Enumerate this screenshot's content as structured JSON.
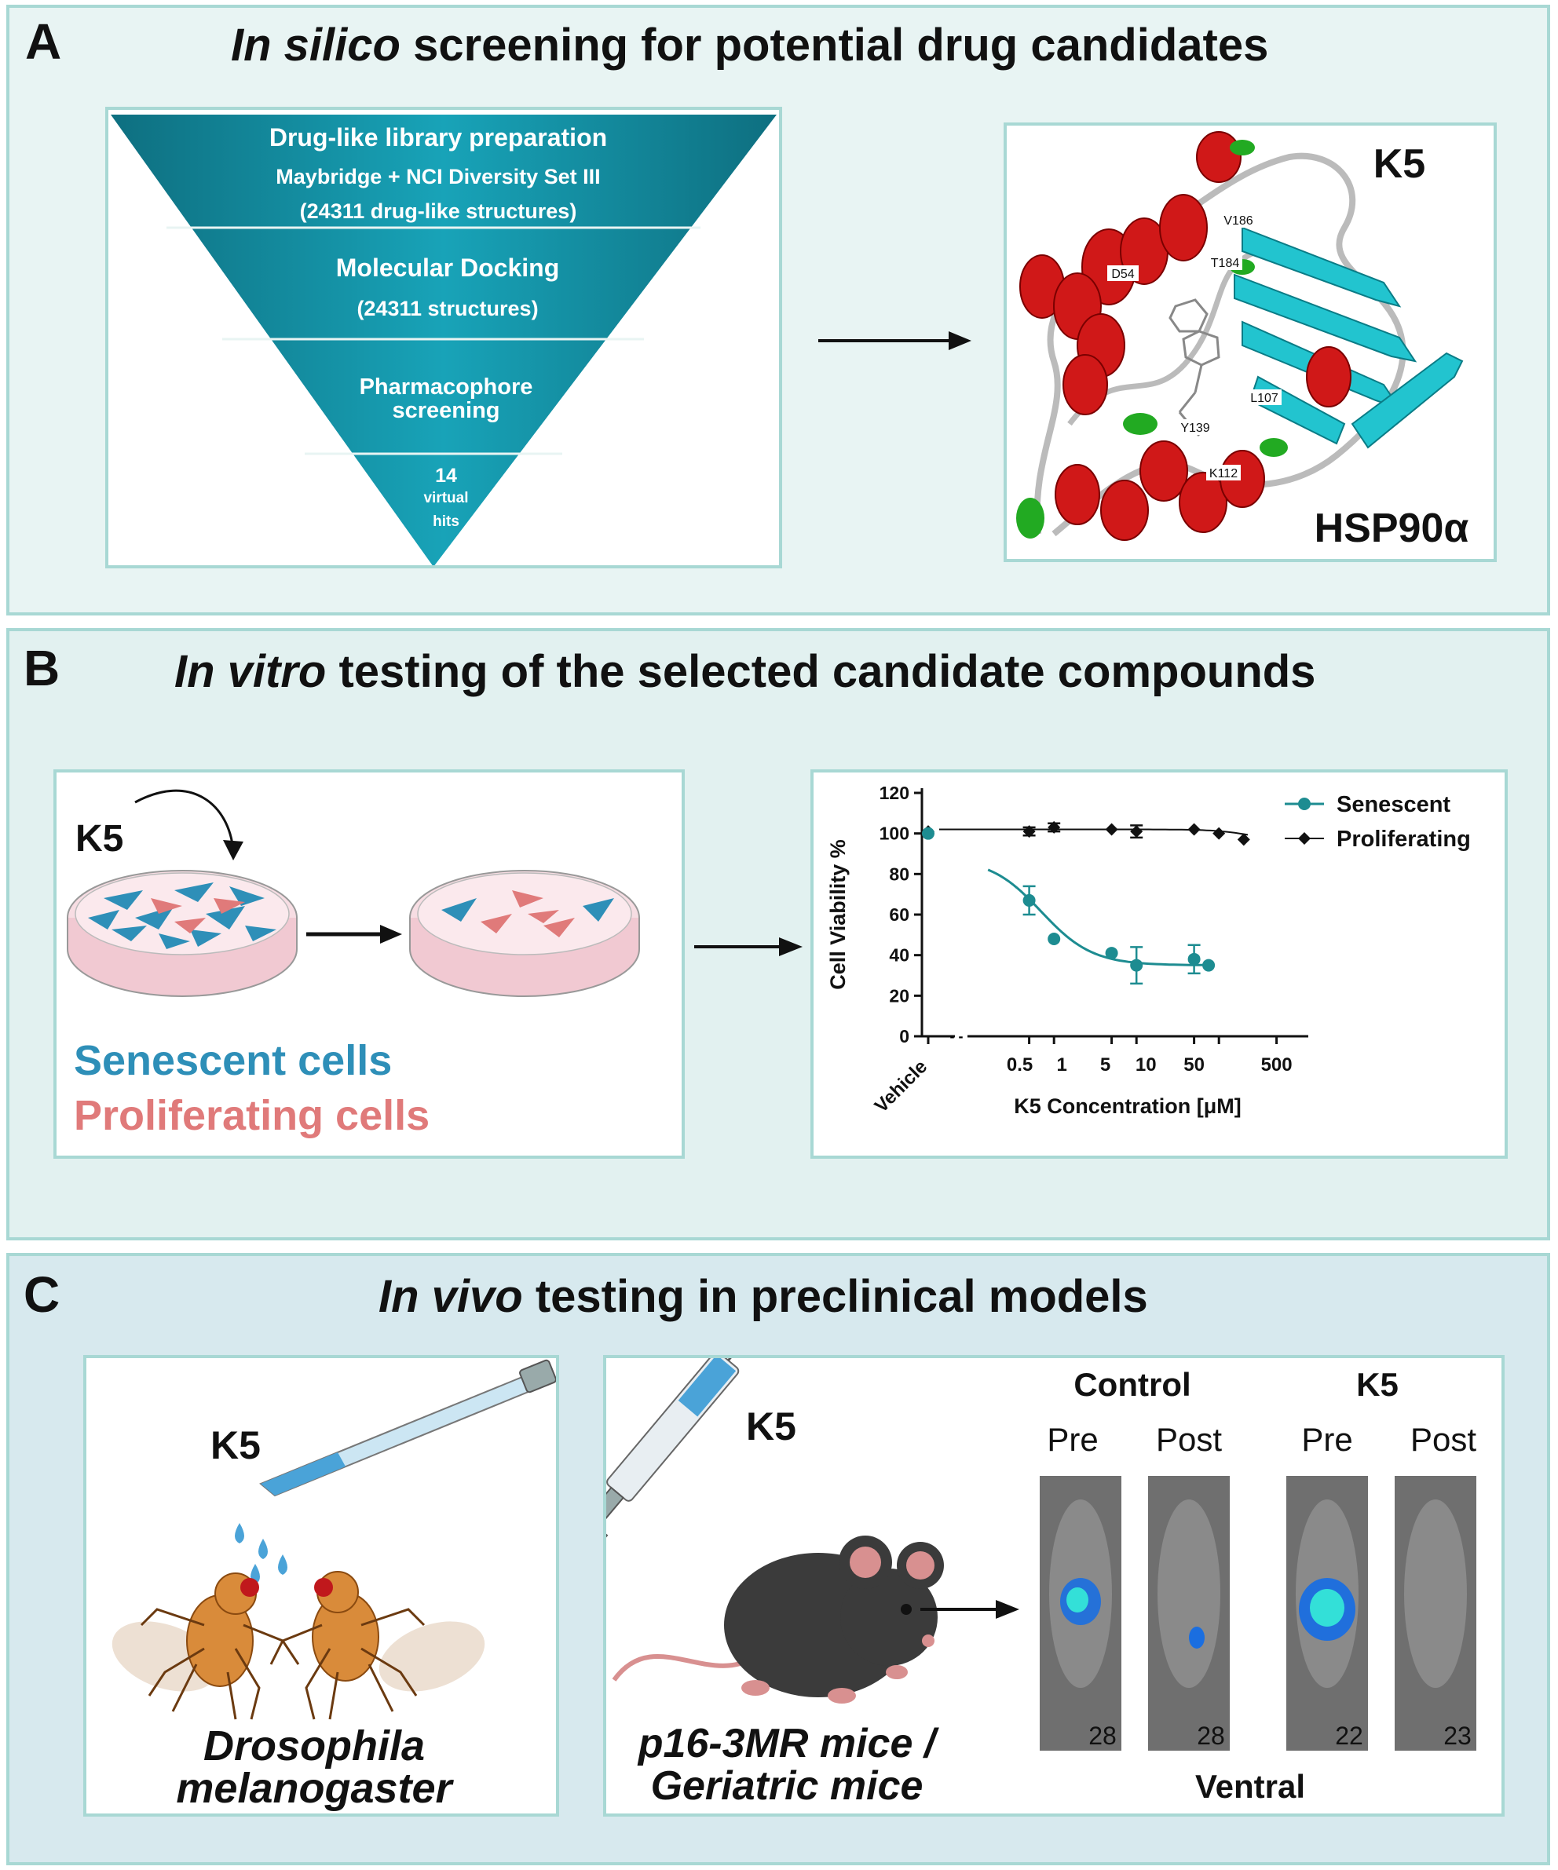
{
  "panel_a": {
    "label": "A",
    "title_italic": "In silico",
    "title_rest": " screening for potential drug candidates",
    "funnel": {
      "level1": [
        "Drug-like library preparation",
        "Maybridge + NCI Diversity Set III",
        "(24311 drug-like structures)"
      ],
      "level2": [
        "Molecular Docking",
        "(24311 structures)"
      ],
      "level3": [
        "Pharmacophore",
        "screening"
      ],
      "level4": [
        "14",
        "virtual",
        "hits"
      ]
    },
    "structure": {
      "compound": "K5",
      "protein": "HSP90α",
      "residues": [
        "V186",
        "D54",
        "T184",
        "L107",
        "Y139",
        "K112"
      ]
    }
  },
  "panel_b": {
    "label": "B",
    "title_italic": "In vitro",
    "title_rest": " testing of the selected candidate compounds",
    "compound": "K5",
    "legend_senescent": "Senescent cells",
    "legend_proliferating": "Proliferating cells",
    "colors": {
      "senescent": "#2e8fb8",
      "proliferating": "#e07a7a",
      "teal": "#1d8c91"
    }
  },
  "chart_data": {
    "type": "line",
    "xlabel": "K5 Concentration [μM]",
    "ylabel": "Cell Viability %",
    "x_scale": "log",
    "x_ticks": [
      "0.5",
      "1",
      "5",
      "10",
      "50",
      "500"
    ],
    "x_extra_tick": "Vehicle",
    "y_ticks": [
      "0",
      "20",
      "40",
      "60",
      "80",
      "100",
      "120"
    ],
    "ylim": [
      0,
      120
    ],
    "legend_position": "top-right",
    "series": [
      {
        "name": "Senescent",
        "color": "#1d8c91",
        "marker": "circle",
        "vehicle": 100,
        "x": [
          0.5,
          1,
          5,
          10,
          50,
          75
        ],
        "y": [
          67,
          48,
          41,
          35,
          38,
          35
        ],
        "err": [
          7,
          0,
          0,
          9,
          7,
          0
        ]
      },
      {
        "name": "Proliferating",
        "color": "#111111",
        "marker": "diamond",
        "vehicle": 101,
        "x": [
          0.5,
          1,
          5,
          10,
          50,
          100,
          200
        ],
        "y": [
          101,
          103,
          102,
          101,
          102,
          100,
          97
        ],
        "err": [
          2,
          2,
          0,
          3,
          0,
          0,
          0
        ]
      }
    ]
  },
  "panel_c": {
    "label": "C",
    "title_italic": "In vivo",
    "title_rest": " testing in preclinical models",
    "fly": {
      "compound": "K5",
      "species_line1": "Drosophila",
      "species_line2": "melanogaster"
    },
    "mouse": {
      "compound": "K5",
      "line1": "p16-3MR mice /",
      "line2": "Geriatric  mice"
    },
    "imaging": {
      "group1": "Control",
      "group2": "K5",
      "pre": "Pre",
      "post": "Post",
      "view": "Ventral",
      "img_numbers": [
        "28",
        "28",
        "22",
        "23"
      ]
    }
  }
}
